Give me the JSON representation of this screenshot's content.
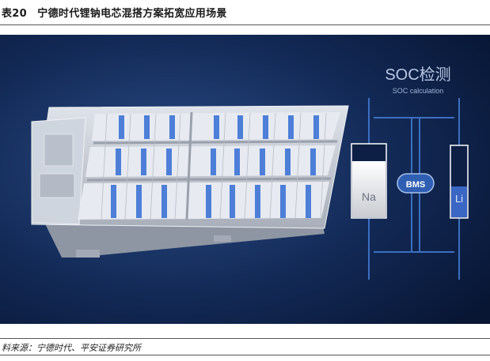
{
  "figure": {
    "title": "表20　宁德时代锂钠电芯混搭方案拓宽应用场景",
    "source": "料来源：宁德时代、平安证券研究所"
  },
  "diagram": {
    "soc_title": "SOC检测",
    "soc_subtitle": "SOC calculation",
    "na_label": "Na",
    "li_label": "Li",
    "bms_label": "BMS"
  },
  "colors": {
    "background_dark": "#0b1c3e",
    "line_blue": "#3b6fc2",
    "li_cell": "#3a66c4",
    "cell_blue": "#4d7fd9",
    "tray_gray": "#c8ccd3"
  }
}
